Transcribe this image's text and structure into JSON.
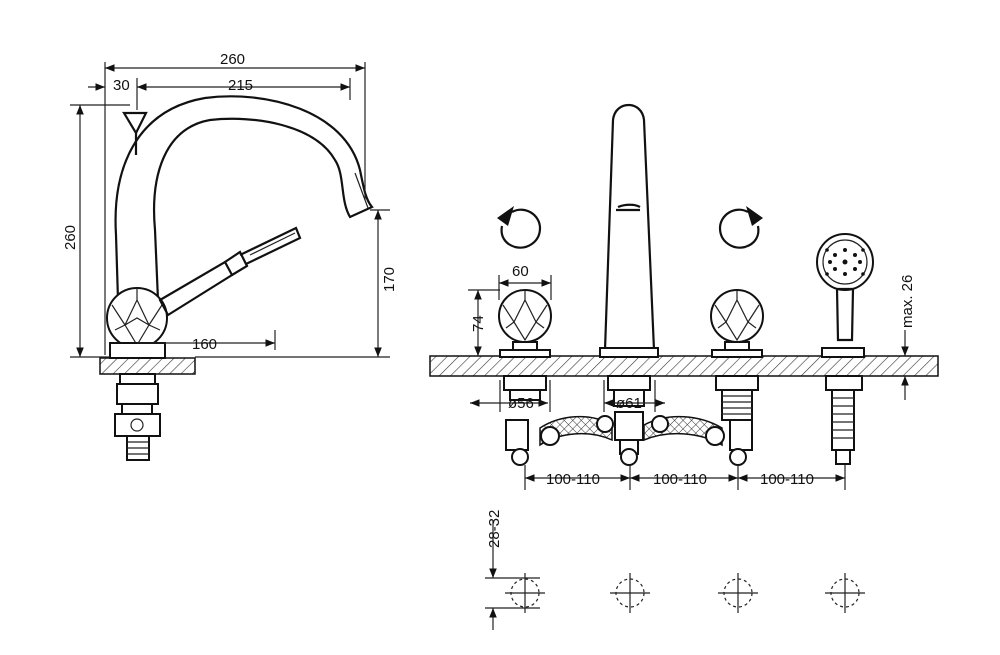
{
  "side_view": {
    "dim_total_width": "260",
    "dim_offset": "30",
    "dim_spout_reach": "215",
    "dim_height": "260",
    "dim_spout_height": "170",
    "dim_handle_reach": "160"
  },
  "front_view": {
    "dim_handle_width": "60",
    "dim_handle_height": "74",
    "dim_max_thickness": "max. 26",
    "dim_base_diameter_1": "ø56",
    "dim_base_diameter_2": "ø61",
    "dim_spacing_1": "100-110",
    "dim_spacing_2": "100-110",
    "dim_spacing_3": "100-110"
  },
  "hole_pattern": {
    "dim_hole_diameter": "28-32"
  }
}
